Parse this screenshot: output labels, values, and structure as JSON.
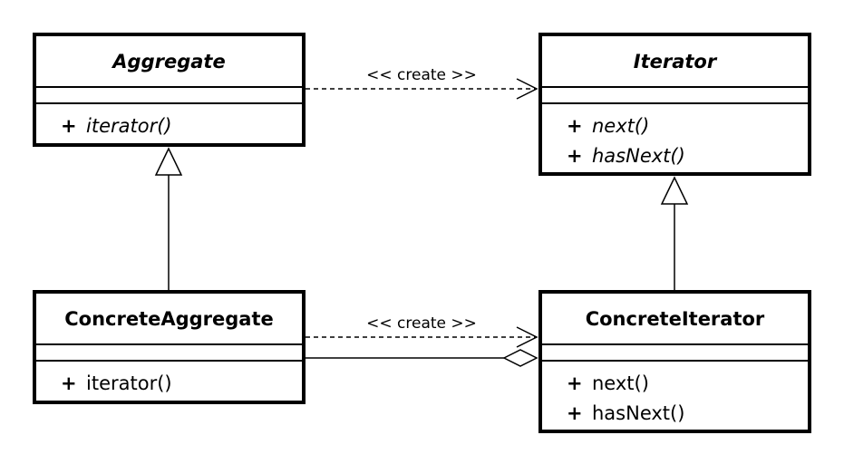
{
  "classes": {
    "aggregate": {
      "name": "Aggregate",
      "abstract": true,
      "operations": [
        {
          "visibility": "+",
          "name": "iterator()"
        }
      ]
    },
    "iterator": {
      "name": "Iterator",
      "abstract": true,
      "operations": [
        {
          "visibility": "+",
          "name": "next()"
        },
        {
          "visibility": "+",
          "name": "hasNext()"
        }
      ]
    },
    "concrete_aggregate": {
      "name": "ConcreteAggregate",
      "abstract": false,
      "operations": [
        {
          "visibility": "+",
          "name": "iterator()"
        }
      ]
    },
    "concrete_iterator": {
      "name": "ConcreteIterator",
      "abstract": false,
      "operations": [
        {
          "visibility": "+",
          "name": "next()"
        },
        {
          "visibility": "+",
          "name": "hasNext()"
        }
      ]
    }
  },
  "relations": {
    "top_dependency": {
      "label": "<< create >>"
    },
    "bottom_dependency": {
      "label": "<< create >>"
    }
  }
}
